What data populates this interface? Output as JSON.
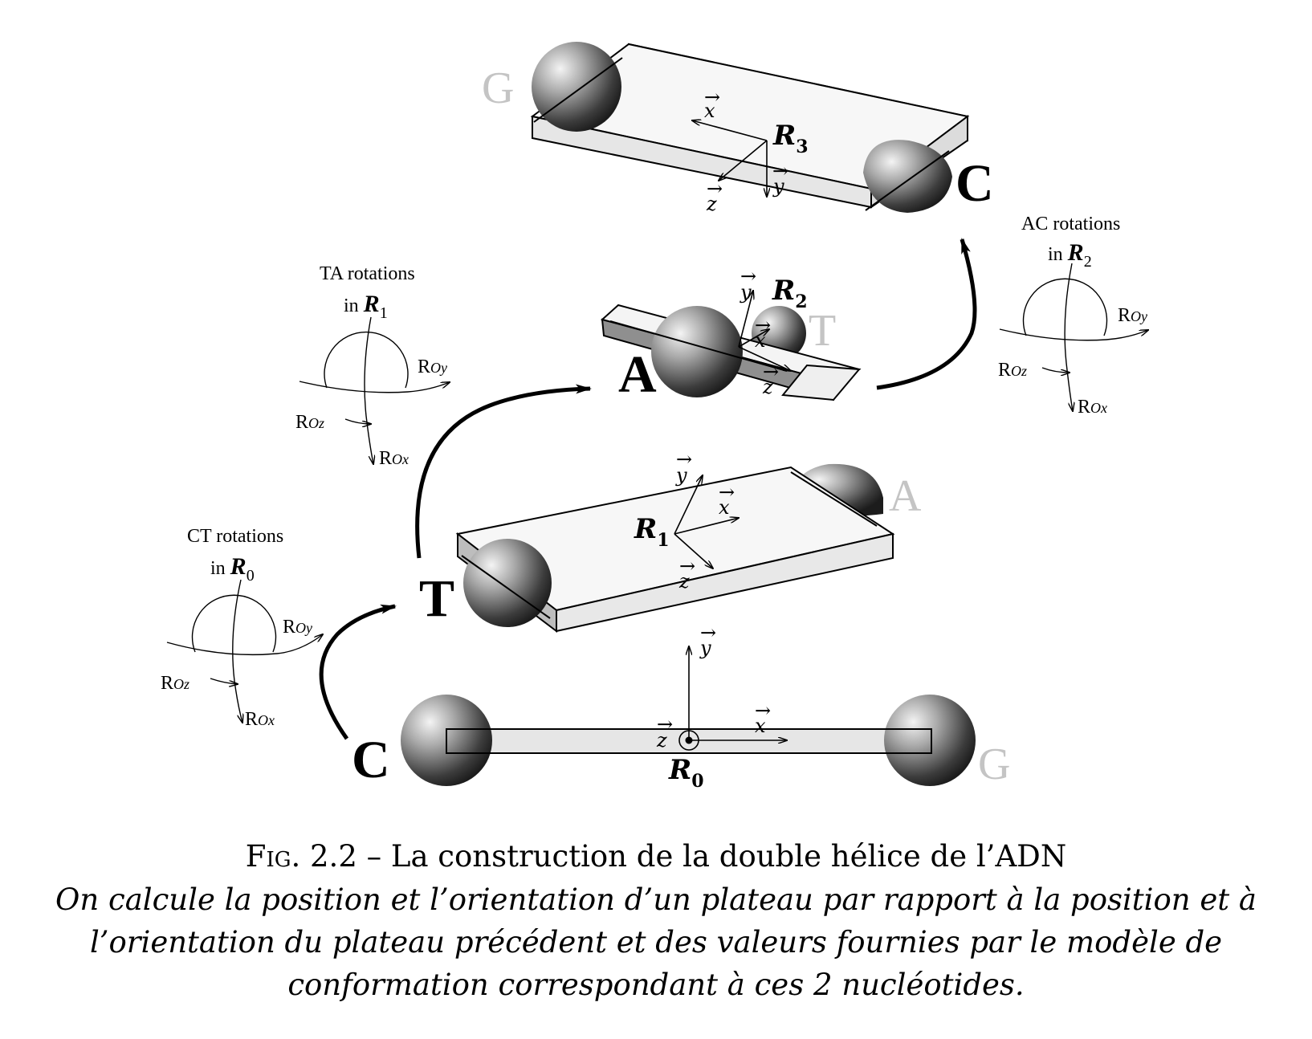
{
  "figure": {
    "labels": {
      "top_left_base": "G",
      "top_right_base": "C",
      "middle_left_base": "A",
      "middle_right_base": "T",
      "lower_left_base": "T",
      "lower_right_base": "A",
      "bottom_left_base": "C",
      "bottom_right_base": "G"
    },
    "frames": {
      "r0": "R",
      "r0_sub": "0",
      "r1": "R",
      "r1_sub": "1",
      "r2": "R",
      "r2_sub": "2",
      "r3": "R",
      "r3_sub": "3"
    },
    "axes": {
      "x": "x",
      "y": "y",
      "z": "z"
    },
    "rotation_notes": {
      "ct": {
        "line1": "CT rotations",
        "line2": "in",
        "frame": "R",
        "frame_sub": "0"
      },
      "ta": {
        "line1": "TA rotations",
        "line2": "in",
        "frame": "R",
        "frame_sub": "1"
      },
      "ac": {
        "line1": "AC rotations",
        "line2": "in",
        "frame": "R",
        "frame_sub": "2"
      }
    },
    "rotation_labels": {
      "prefix": "R",
      "ox": "Ox",
      "oy": "Oy",
      "oz": "Oz"
    }
  },
  "caption": {
    "label": "Fig.",
    "number": "2.2",
    "dash": "–",
    "title": "La construction de la double hélice de l’ADN",
    "text": "On calcule la position et l’orientation d’un plateau par rapport à la position et à l’orientation du plateau précédent et des valeurs fournies par le modèle de conformation correspondant à ces 2 nucléotides."
  }
}
